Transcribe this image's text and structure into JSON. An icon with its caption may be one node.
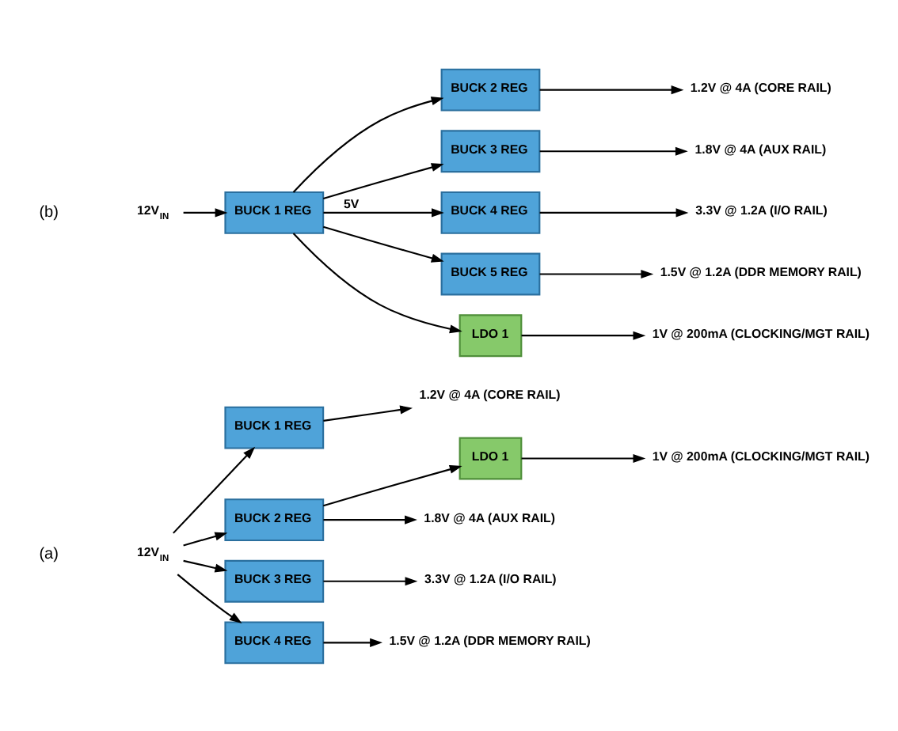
{
  "diagram": {
    "nodes": [
      {
        "text": [
          "12V$_{IN}$"
        ]
      },
      {
        "text": [
          "BUCK 1 REG"
        ]
      },
      {
        "text": [
          "BUCK 2 REG"
        ]
      },
      {
        "text": [
          "BUCK 3 REG"
        ]
      },
      {
        "text": [
          "BUCK 4 REG"
        ]
      },
      {
        "text": [
          "LDO 1"
        ]
      },
      {
        "text": [
          "1.2V @ 4A (CORE RAIL)"
        ]
      },
      {
        "text": [
          "1.8V @ 4A (AUX RAIL)"
        ]
      },
      {
        "text": [
          "3.3V @ 1.2A (I/O RAIL)"
        ]
      },
      {
        "text": [
          "1.5V @ 1.2A (DDR MEMORY RAIL)"
        ]
      },
      {
        "text": [
          "1V @ 200mA (CLOCKING/MGT RAIL)"
        ]
      },
      {
        "text": [
          "12V$_{IN}$"
        ]
      },
      {
        "text": [
          "BUCK 1 REG"
        ]
      },
      {
        "text": [
          "BUCK 2 REG"
        ]
      },
      {
        "text": [
          "BUCK 3 REG"
        ]
      },
      {
        "text": [
          "BUCK 4 REG"
        ]
      },
      {
        "text": [
          "BUCK 5 REG"
        ]
      },
      {
        "text": [
          "LDO 1"
        ]
      },
      {
        "text": [
          "1.2V @ 4A (CORE RAIL)"
        ]
      },
      {
        "text": [
          "1.8V @ 4A (AUX RAIL)"
        ]
      },
      {
        "text": [
          "3.3V @ 1.2A (I/O RAIL)"
        ]
      },
      {
        "text": [
          "1.5V @ 1.2A (DDR MEMORY RAIL)"
        ]
      },
      {
        "text": [
          "1V @ 200mA (CLOCKING/MGT RAIL)"
        ]
      }
    ],
    "edges": [
      {
        "from": 0,
        "to": 1,
        "arrow": "to"
      },
      {
        "from": 0,
        "to": 2,
        "arrow": "to"
      },
      {
        "from": 0,
        "to": 3,
        "arrow": "to"
      },
      {
        "from": 0,
        "to": 4,
        "arrow": "to"
      },
      {
        "from": 1,
        "to": 6,
        "arrow": "to"
      },
      {
        "from": 2,
        "to": 7,
        "arrow": "to"
      },
      {
        "from": 2,
        "to": 5,
        "arrow": "to"
      },
      {
        "from": 3,
        "to": 8,
        "arrow": "to"
      },
      {
        "from": 4,
        "to": 9,
        "arrow": "to"
      },
      {
        "from": 5,
        "to": 10,
        "arrow": "to"
      },
      {
        "from": 11,
        "to": 12,
        "arrow": "to"
      },
      {
        "from": 12,
        "to": 13,
        "arrow": "to"
      },
      {
        "from": 12,
        "to": 14,
        "arrow": "to"
      },
      {
        "from": 12,
        "to": 15,
        "arrow": "to",
        "label": "5V"
      },
      {
        "from": 12,
        "to": 16,
        "arrow": "to"
      },
      {
        "from": 12,
        "to": 17,
        "arrow": "to"
      },
      {
        "from": 13,
        "to": 18,
        "arrow": "to"
      },
      {
        "from": 14,
        "to": 19,
        "arrow": "to"
      },
      {
        "from": 15,
        "to": 20,
        "arrow": "to"
      },
      {
        "from": 16,
        "to": 21,
        "arrow": "to"
      },
      {
        "from": 17,
        "to": 22,
        "arrow": "to"
      }
    ],
    "labels": [
      "(a)",
      "(b)"
    ]
  }
}
